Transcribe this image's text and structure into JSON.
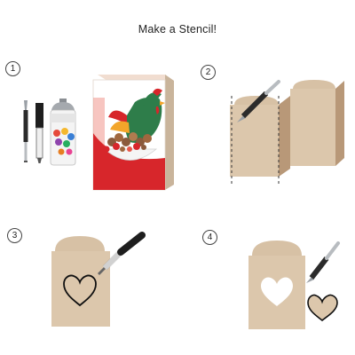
{
  "title": "Make a Stencil!",
  "steps": [
    {
      "number": "1"
    },
    {
      "number": "2"
    },
    {
      "number": "3"
    },
    {
      "number": "4"
    }
  ],
  "icons": {
    "step1": [
      "craft-knife-icon",
      "marker-icon",
      "spray-paint-can-icon",
      "cereal-box-icon"
    ],
    "step2": [
      "cereal-box-panels-icon",
      "craft-knife-icon"
    ],
    "step3": [
      "cardboard-panel-icon",
      "heart-outline-icon",
      "marker-icon"
    ],
    "step4": [
      "cardboard-stencil-icon",
      "heart-cutout-icon",
      "cut-heart-icon",
      "craft-knife-icon"
    ]
  },
  "colors": {
    "cardboard": "#dcc7ac",
    "cardboard_side": "#b89878",
    "cereal_red": "#d7262b",
    "rooster_green": "#2e7d4a"
  }
}
